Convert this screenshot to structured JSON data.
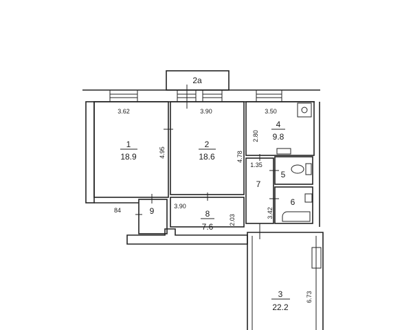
{
  "plan": {
    "balcony_label": "2a",
    "rooms": [
      {
        "number": "1",
        "area": "18.9"
      },
      {
        "number": "2",
        "area": "18.6"
      },
      {
        "number": "3",
        "area": "22.2"
      },
      {
        "number": "4",
        "area": "9.8"
      },
      {
        "number": "5"
      },
      {
        "number": "6"
      },
      {
        "number": "7"
      },
      {
        "number": "8",
        "area": "7.6"
      },
      {
        "number": "9"
      }
    ],
    "dimensions": {
      "room1_width": "3.62",
      "room2_width": "3.90",
      "room4_width": "3.50",
      "room1_depth": "4.95",
      "room2_depth": "4.78",
      "room4_depth": "2.80",
      "hall_width": "1.35",
      "hall_depth": "3.42",
      "room8_width": "3.90",
      "room8_depth": "2.03",
      "room3_depth": "6.73",
      "partial": "84"
    }
  }
}
